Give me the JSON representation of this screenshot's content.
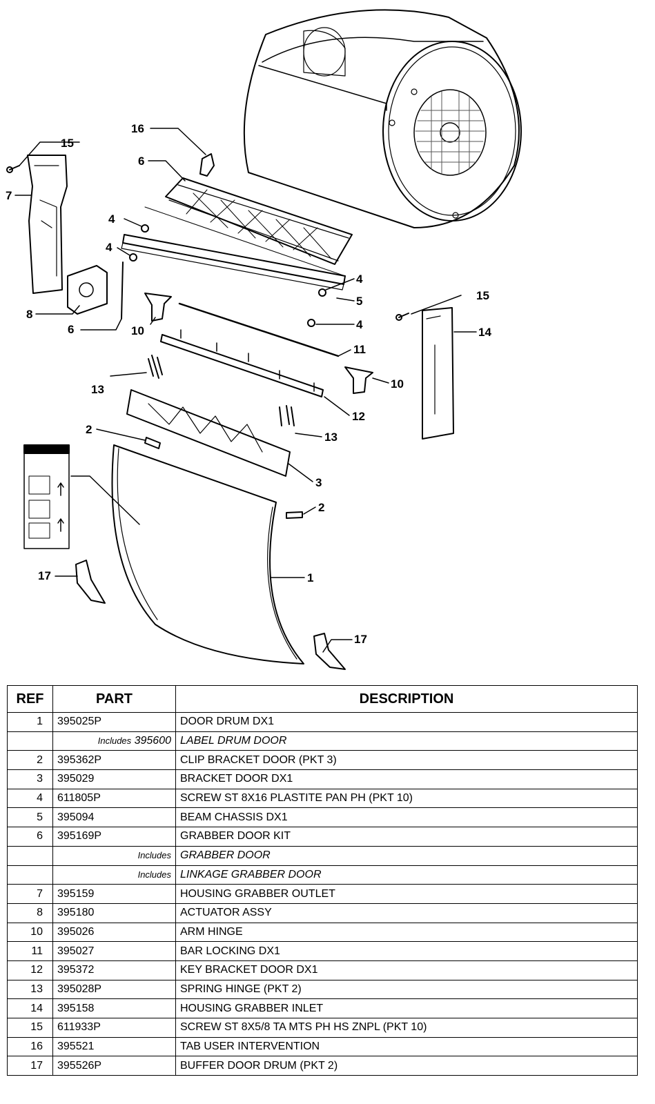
{
  "diagram": {
    "callouts": [
      "1",
      "2",
      "2",
      "3",
      "4",
      "4",
      "4",
      "4",
      "5",
      "6",
      "6",
      "7",
      "8",
      "10",
      "10",
      "11",
      "12",
      "13",
      "13",
      "14",
      "15",
      "15",
      "16",
      "17",
      "17"
    ]
  },
  "table": {
    "headers": [
      "REF",
      "PART",
      "DESCRIPTION"
    ],
    "rows": [
      {
        "ref": "1",
        "part": "395025P",
        "desc": "DOOR DRUM DX1"
      },
      {
        "ref": "",
        "includes": "Includes",
        "part": "395600",
        "desc": "LABEL DRUM DOOR"
      },
      {
        "ref": "2",
        "part": "395362P",
        "desc": "CLIP BRACKET DOOR (PKT 3)"
      },
      {
        "ref": "3",
        "part": "395029",
        "desc": "BRACKET DOOR DX1"
      },
      {
        "ref": "4",
        "part": "611805P",
        "desc": "SCREW ST 8X16 PLASTITE PAN PH (PKT 10)"
      },
      {
        "ref": "5",
        "part": "395094",
        "desc": "BEAM CHASSIS DX1"
      },
      {
        "ref": "6",
        "part": "395169P",
        "desc": "GRABBER DOOR KIT"
      },
      {
        "ref": "",
        "includes": "Includes",
        "part": "",
        "desc": "GRABBER DOOR"
      },
      {
        "ref": "",
        "includes": "Includes",
        "part": "",
        "desc": "LINKAGE GRABBER DOOR"
      },
      {
        "ref": "7",
        "part": "395159",
        "desc": "HOUSING GRABBER OUTLET"
      },
      {
        "ref": "8",
        "part": "395180",
        "desc": "ACTUATOR ASSY"
      },
      {
        "ref": "10",
        "part": "395026",
        "desc": "ARM HINGE"
      },
      {
        "ref": "11",
        "part": "395027",
        "desc": "BAR LOCKING DX1"
      },
      {
        "ref": "12",
        "part": "395372",
        "desc": "KEY BRACKET DOOR DX1"
      },
      {
        "ref": "13",
        "part": "395028P",
        "desc": "SPRING HINGE (PKT 2)"
      },
      {
        "ref": "14",
        "part": "395158",
        "desc": "HOUSING GRABBER INLET"
      },
      {
        "ref": "15",
        "part": "611933P",
        "desc": "SCREW ST 8X5/8 TA MTS PH HS ZNPL (PKT 10)"
      },
      {
        "ref": "16",
        "part": "395521",
        "desc": "TAB USER INTERVENTION"
      },
      {
        "ref": "17",
        "part": "395526P",
        "desc": "BUFFER DOOR DRUM (PKT 2)"
      }
    ]
  }
}
